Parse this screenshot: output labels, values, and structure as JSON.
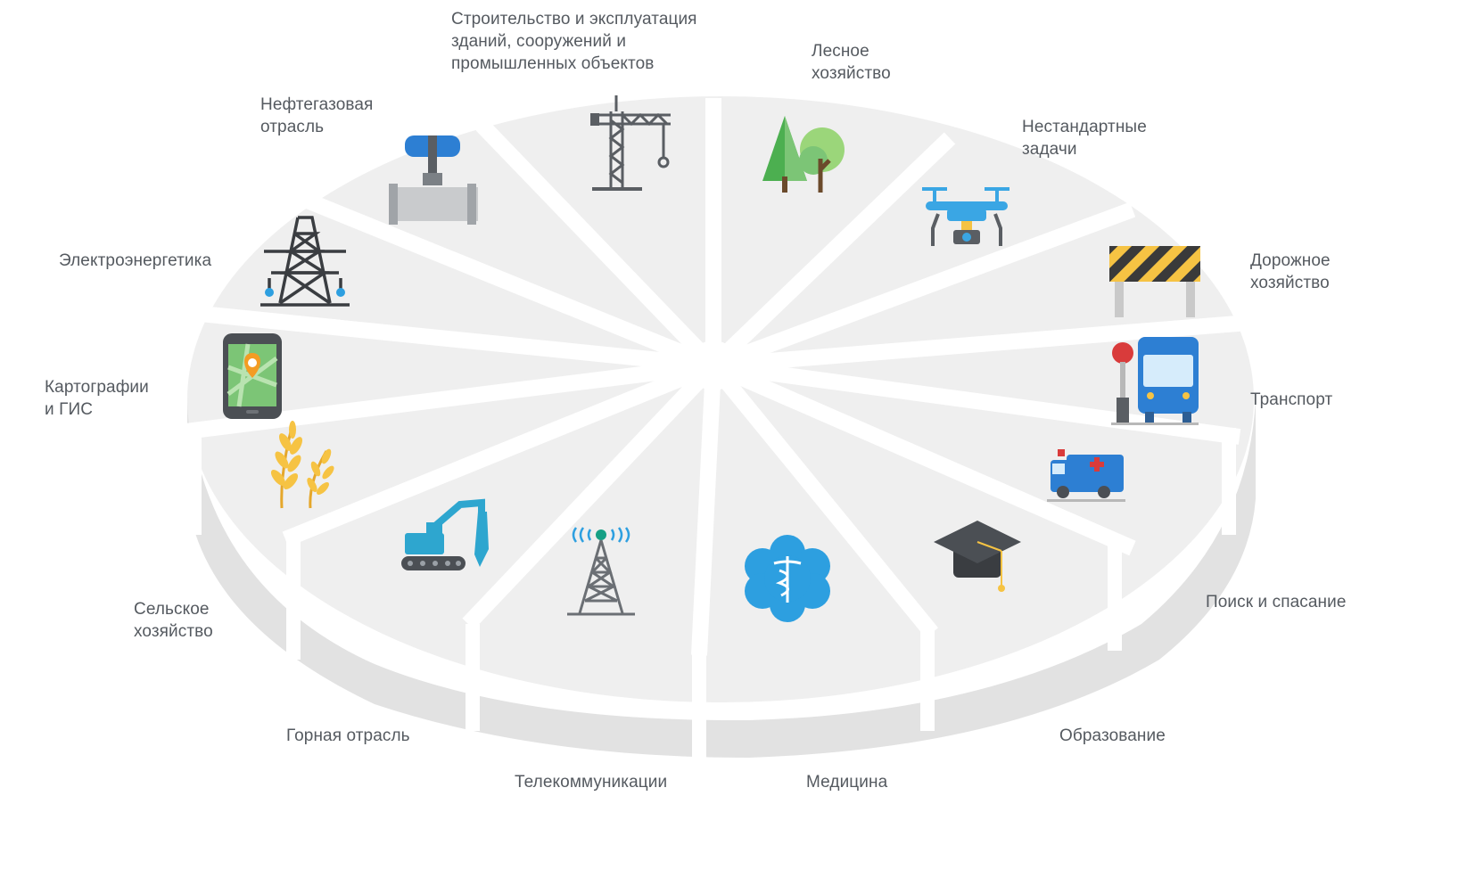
{
  "diagram": {
    "sectors": [
      {
        "id": "construction",
        "label": "Строительство и эксплуатация\nзданий, сооружений и\nпромышленных объектов",
        "icon": "crane-icon"
      },
      {
        "id": "forestry",
        "label": "Лесное\nхозяйство",
        "icon": "trees-icon"
      },
      {
        "id": "nonstandard",
        "label": "Нестандартные\nзадачи",
        "icon": "drone-icon"
      },
      {
        "id": "roads",
        "label": "Дорожное\nхозяйство",
        "icon": "road-barrier-icon"
      },
      {
        "id": "transport",
        "label": "Транспорт",
        "icon": "bus-stop-icon"
      },
      {
        "id": "rescue",
        "label": "Поиск и спасание",
        "icon": "ambulance-icon"
      },
      {
        "id": "education",
        "label": "Образование",
        "icon": "graduation-cap-icon"
      },
      {
        "id": "medicine",
        "label": "Медицина",
        "icon": "medical-caduceus-icon"
      },
      {
        "id": "telecom",
        "label": "Телекоммуникации",
        "icon": "radio-tower-icon"
      },
      {
        "id": "mining",
        "label": "Горная отрасль",
        "icon": "excavator-icon"
      },
      {
        "id": "agriculture",
        "label": "Сельское\nхозяйство",
        "icon": "wheat-icon"
      },
      {
        "id": "gis",
        "label": "Картографии\nи ГИС",
        "icon": "map-phone-icon"
      },
      {
        "id": "energy",
        "label": "Электроэнергетика",
        "icon": "power-pylon-icon"
      },
      {
        "id": "oilgas",
        "label": "Нефтегазовая\nотрасль",
        "icon": "pipeline-valve-icon"
      }
    ]
  },
  "colors": {
    "pie_top": "#efefef",
    "pie_side": "#e4e4e4",
    "pie_side_dark": "#dadada",
    "separator": "#ffffff",
    "label_text": "#555a60",
    "icon_dark": "#4b4f54",
    "icon_blue": "#2d9fe0",
    "icon_light_blue": "#4fb3e8",
    "icon_green": "#7cc576",
    "icon_yellow": "#f6c343",
    "icon_orange": "#f39c23",
    "icon_red": "#d93b3b"
  }
}
